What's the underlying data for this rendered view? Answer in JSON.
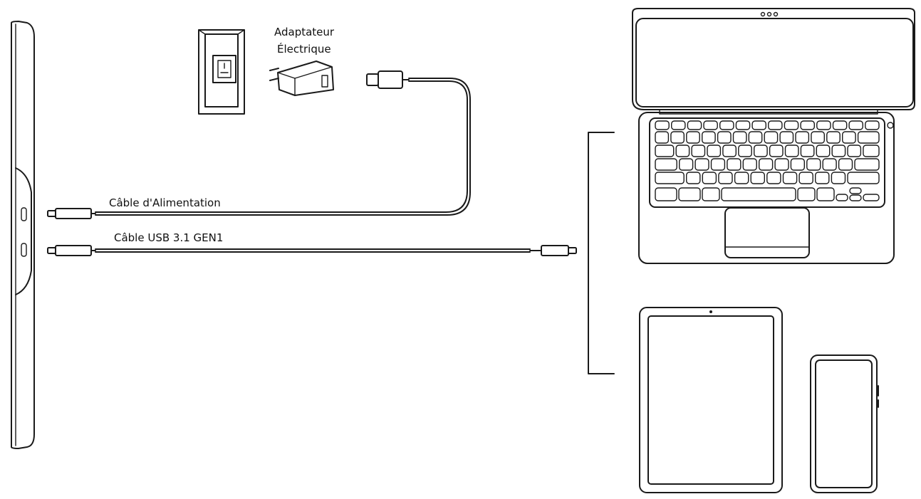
{
  "labels": {
    "adapter_line1": "Adaptateur",
    "adapter_line2": "Électrique",
    "power_cable": "Câble d'Alimentation",
    "usb_cable": "Câble USB 3.1 GEN1"
  },
  "colors": {
    "stroke": "#1a1a1a",
    "background": "#ffffff"
  },
  "icons": {
    "display": "pen-display-side-view-icon",
    "outlet": "wall-outlet-icon",
    "adapter": "power-adapter-icon",
    "laptop": "laptop-icon",
    "tablet": "tablet-icon",
    "phone": "phone-icon"
  }
}
